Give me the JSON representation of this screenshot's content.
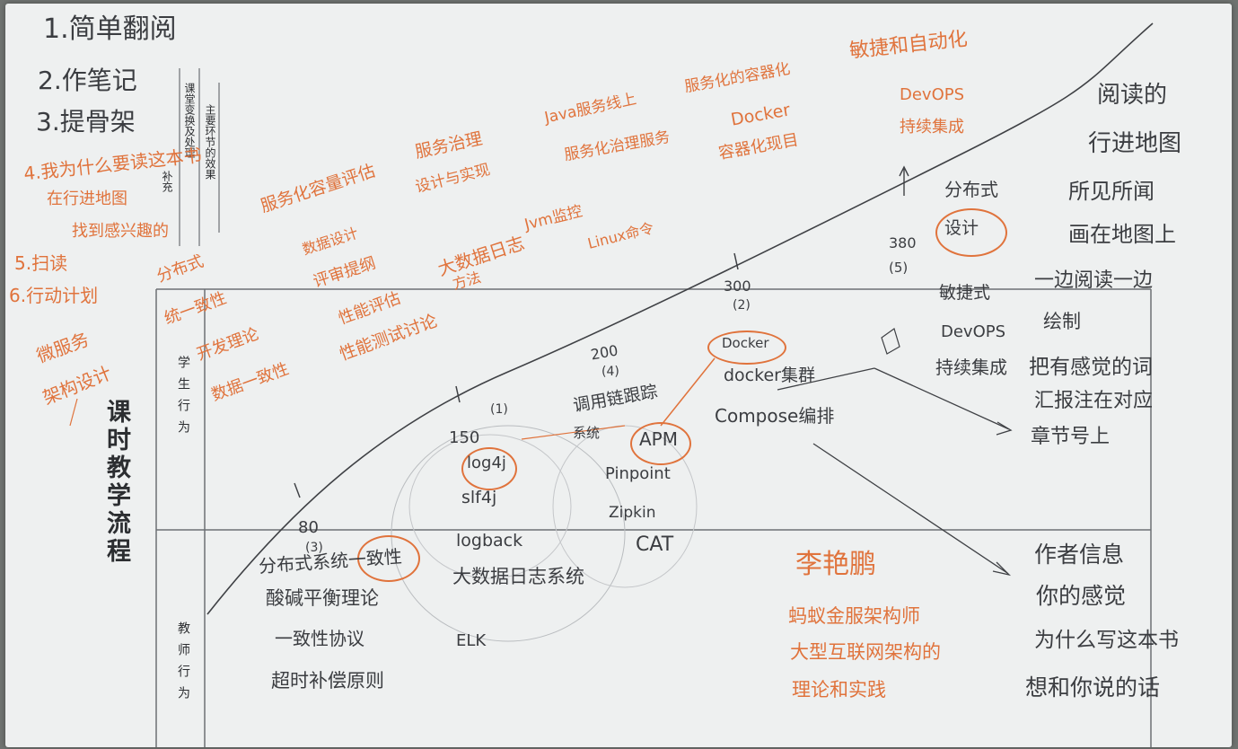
{
  "form": {
    "title": "课时教学流程",
    "row_student": "学生行为",
    "row_teacher": "教师行为",
    "col_supplement": "补充",
    "col_classroom": "课堂变换及处理",
    "col_main": "主要环节的效果"
  },
  "steps_list": [
    "1.简单翻阅",
    "2.作笔记",
    "3.提骨架",
    "4.我为什么要读这本书",
    "在行进地图",
    "找到感兴趣的",
    "5.扫读",
    "6.行动计划"
  ],
  "left_notes": [
    "微服务",
    "架构设计"
  ],
  "top_notes": [
    "分布式",
    "统一致性",
    "服务化容量评估",
    "服务治理",
    "Java服务线上",
    "服务化的容器化",
    "敏捷和自动化",
    "数据设计",
    "评审提纲",
    "设计与实现",
    "服务化治理服务",
    "Docker",
    "容器化现目",
    "DevOPS",
    "持续集成",
    "开发理论",
    "大数据日志",
    "Jvm监控",
    "性能评估",
    "Linux命令",
    "性能测试讨论",
    "数据一致性",
    "方法"
  ],
  "curve_labels": {
    "p80": "80",
    "p80_sub": "(3)",
    "p150": "150",
    "p150_sub": "(1)",
    "p200": "200",
    "p200_sub": "(4)",
    "p300": "300",
    "p300_sub": "(2)",
    "p380": "380",
    "p380_sub": "(5)"
  },
  "cluster_80": [
    "分布式系统一致性",
    "酸碱平衡理论",
    "一致性协议",
    "超时补偿原则"
  ],
  "cluster_150": [
    "log4j",
    "slf4j",
    "logback",
    "大数据日志系统",
    "ELK"
  ],
  "cluster_200": [
    "调用链跟踪",
    "系统",
    "APM",
    "Pinpoint",
    "Zipkin",
    "CAT"
  ],
  "cluster_300": [
    "Docker",
    "docker集群",
    "Compose编排"
  ],
  "cluster_380": [
    "分布式",
    "设计",
    "敏捷式",
    "DevOPS",
    "持续集成"
  ],
  "right_notes": [
    "阅读的",
    "行进地图",
    "所见所闻",
    "画在地图上",
    "一边阅读一边",
    "绘制",
    "把有感觉的词",
    "汇报注在对应",
    "章节号上"
  ],
  "bottom_right": [
    "作者信息",
    "你的感觉",
    "为什么写这本书",
    "想和你说的话"
  ],
  "author": {
    "name": "李艳鹏",
    "desc": [
      "蚂蚁金服架构师",
      "大型互联网架构的",
      "理论和实践"
    ]
  },
  "colors": {
    "pen_orange": "#e0733c",
    "pen_black": "#3b3d41",
    "pencil": "#8c8f93",
    "paper": "#eef0f0"
  }
}
